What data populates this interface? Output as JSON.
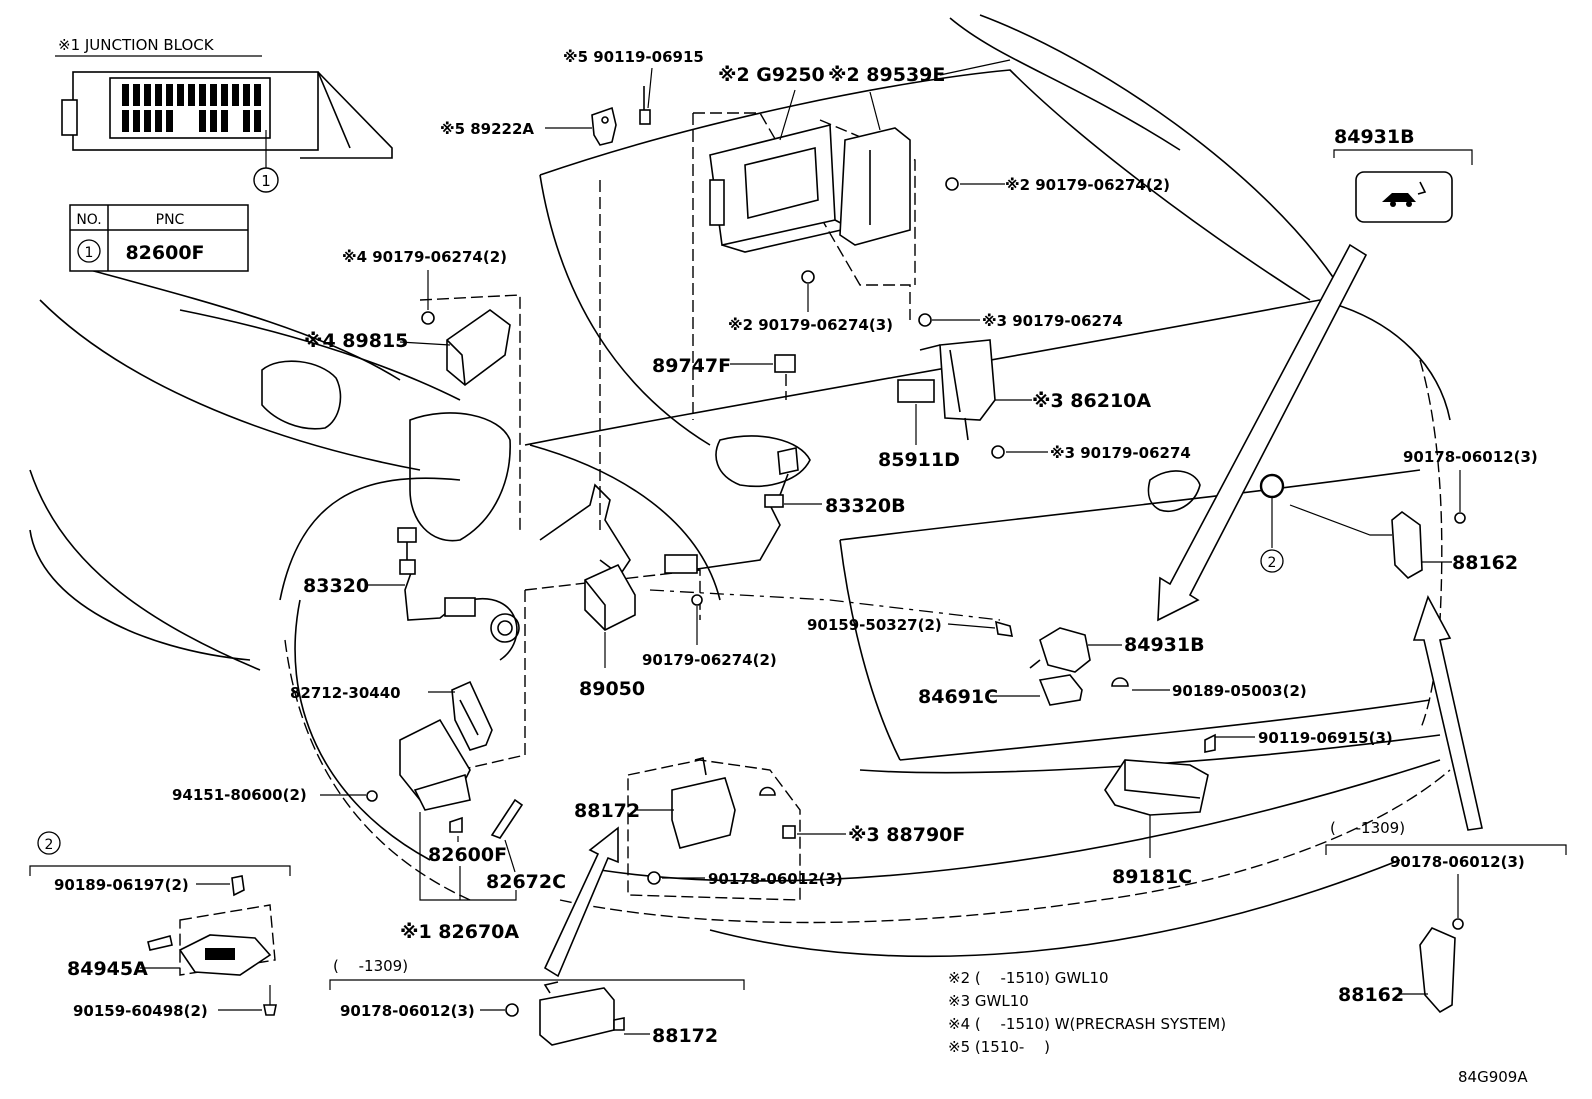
{
  "diagram_code": "84G909A",
  "junction_block": {
    "title": "※1 JUNCTION BLOCK",
    "callout_number": "1"
  },
  "pnc_table": {
    "col_no": "NO.",
    "col_pnc": "PNC",
    "row_no": "1",
    "row_pnc": "82600F"
  },
  "part_labels": {
    "p_90119_06915_top": "※5 90119-06915",
    "p_89222A": "※5 89222A",
    "p_G9250": "※2 G9250",
    "p_89539E": "※2 89539E",
    "p_90179_06274_2_right": "※2 90179-06274(2)",
    "p_90179_06274_2_sw4": "※4 90179-06274(2)",
    "p_89815": "※4 89815",
    "p_90179_06274_3": "※2 90179-06274(3)",
    "p_90179_06274_sw3_top": "※3 90179-06274",
    "p_89747F": "89747F",
    "p_86210A": "※3 86210A",
    "p_85911D": "85911D",
    "p_90179_06274_sw3_bot": "※3 90179-06274",
    "p_84931B_top": "84931B",
    "p_90178_06012_3_right": "90178-06012(3)",
    "p_83320B": "83320B",
    "p_88162_mid": "88162",
    "p_83320": "83320",
    "p_90159_50327": "90159-50327(2)",
    "p_84931B": "84931B",
    "p_90179_06274_2_mid": "90179-06274(2)",
    "p_89050": "89050",
    "p_84691C": "84691C",
    "p_90189_05003": "90189-05003(2)",
    "p_82712_30440": "82712-30440",
    "p_90119_06915_3": "90119-06915(3)",
    "p_94151_80600": "94151-80600(2)",
    "p_88172_mid": "88172",
    "p_88790F": "※3 88790F",
    "p_82600F": "82600F",
    "p_82672C": "82672C",
    "p_90178_06012_3_mid": "90178-06012(3)",
    "p_89181C": "89181C",
    "p_82670A": "※1 82670A",
    "p_90178_06012_3_bottomright": "90178-06012(3)",
    "p_88162_bottom": "88162",
    "p_90178_06012_3_bottomleft": "90178-06012(3)",
    "p_88172_bottom": "88172"
  },
  "callout_2": {
    "number": "2",
    "p_90189_06197": "90189-06197(2)",
    "p_84945A": "84945A",
    "p_90159_60498": "90159-60498(2)"
  },
  "range_labels": {
    "bottom_left": "(　 -1309)",
    "bottom_right": "(　 -1309)"
  },
  "notes": [
    "※2 (　 -1510) GWL10",
    "※3 GWL10",
    "※4 (　 -1510)  W(PRECRASH SYSTEM)",
    "※5 (1510- 　)"
  ]
}
